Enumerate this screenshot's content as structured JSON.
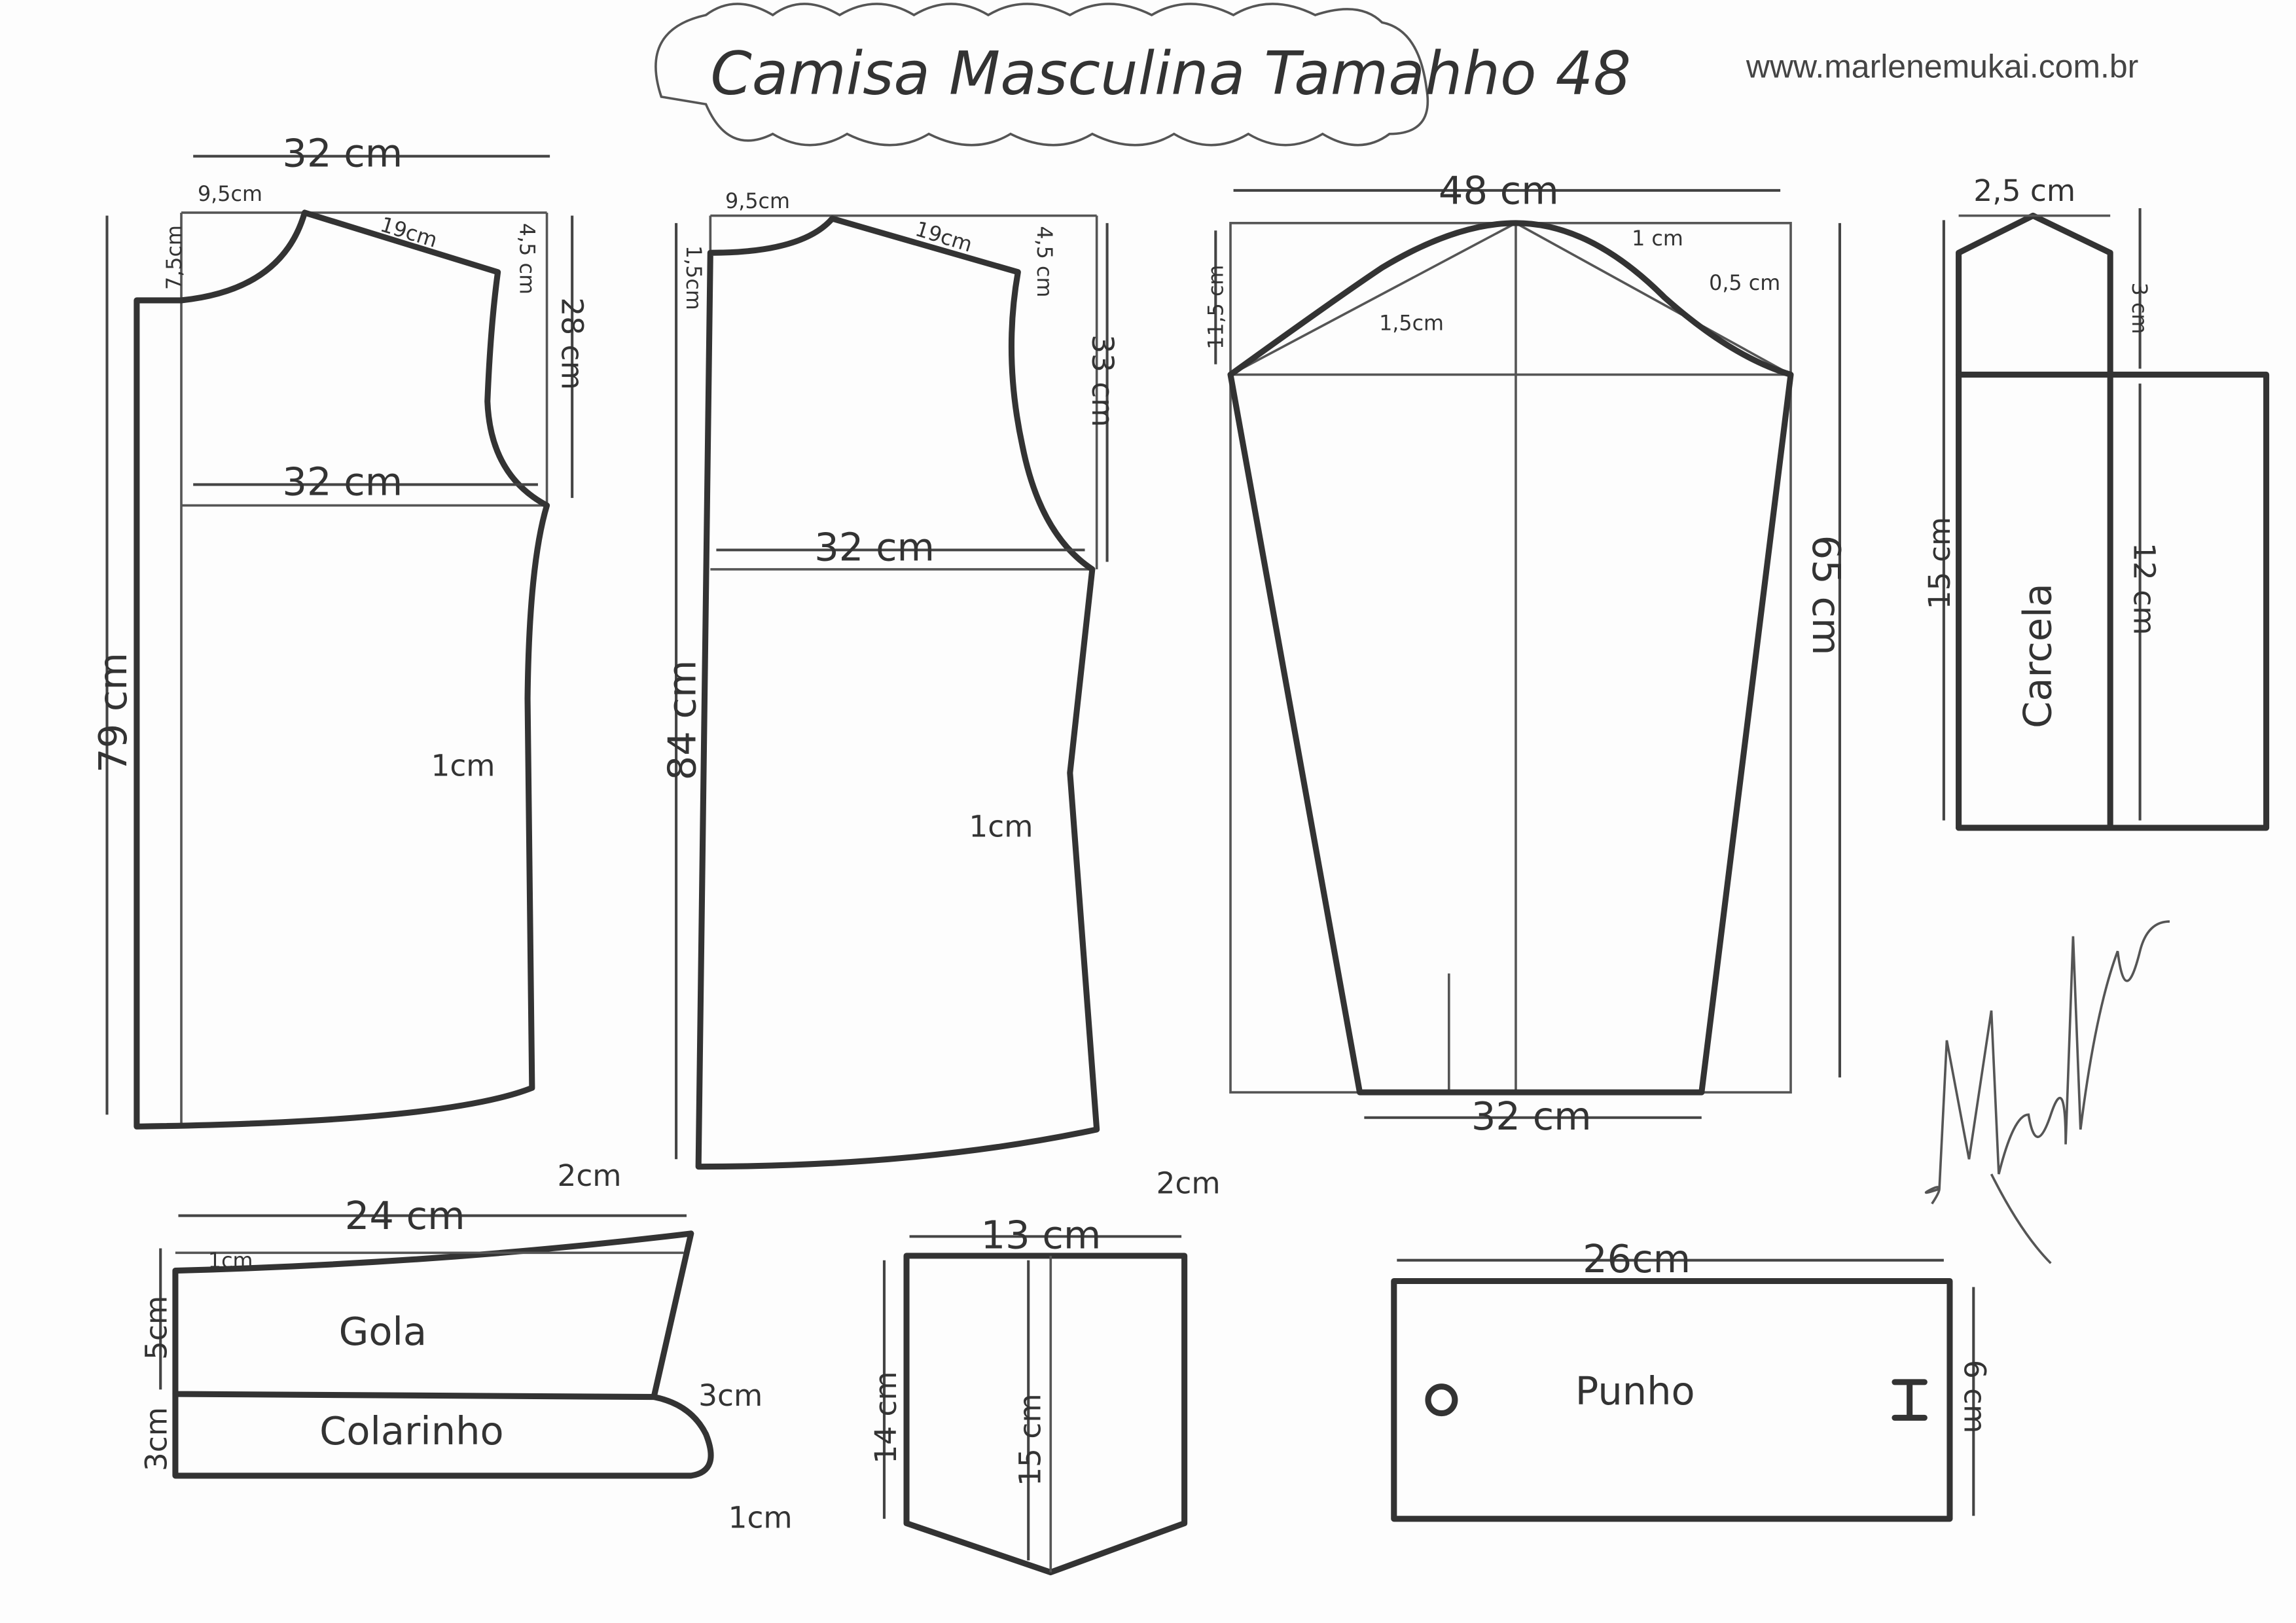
{
  "title": "Camisa Masculina Tamahho 48",
  "website": "www.marlenemukai.com.br",
  "front": {
    "width_top": "32 cm",
    "neck_width": "9,5cm",
    "neck_depth": "7,5cm",
    "shoulder": "19cm",
    "shoulder_drop": "4,5 cm",
    "armhole_depth": "28 cm",
    "chest": "32 cm",
    "length": "79 cm",
    "side_in": "1cm",
    "hem": "2cm"
  },
  "back": {
    "neck_width": "9,5cm",
    "neck_depth": "1,5cm",
    "shoulder": "19cm",
    "shoulder_drop": "4,5 cm",
    "armhole_depth": "33 cm",
    "chest": "32 cm",
    "length": "84 cm",
    "side_in": "1cm",
    "hem": "2cm"
  },
  "sleeve": {
    "width": "48 cm",
    "cap_height": "11,5 cm",
    "offset_a": "1 cm",
    "offset_b": "1,5cm",
    "offset_c": "0,5 cm",
    "length": "65 cm",
    "cuff_width": "32 cm"
  },
  "placket": {
    "name": "Carcela",
    "width": "2,5 cm",
    "point": "3 cm",
    "length": "15 cm",
    "inner": "12 cm"
  },
  "collar": {
    "name": "Gola",
    "stand_name": "Colarinho",
    "width": "24 cm",
    "rise": "1cm",
    "height": "5cm",
    "stand_height": "3cm",
    "stand_side": "3cm",
    "tip": "1cm"
  },
  "pocket": {
    "width": "13 cm",
    "side": "14 cm",
    "center": "15 cm"
  },
  "cuff": {
    "name": "Punho",
    "width": "26cm",
    "height": "6 cm"
  },
  "signature": "Marlene Mukai"
}
